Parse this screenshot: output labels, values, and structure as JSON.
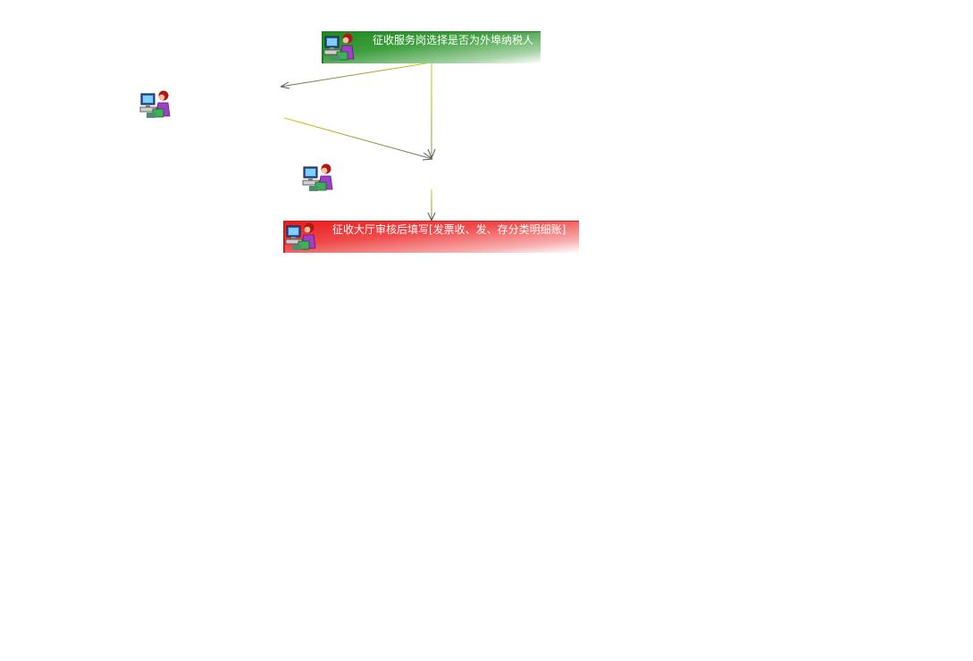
{
  "nodes": [
    {
      "id": "green",
      "label": "征收服务岗选择是否为外埠纳税人",
      "icon": "clerk-at-computer-icon",
      "color": "#1f8a1f"
    },
    {
      "id": "red",
      "label": "征收大厅审核后填写[发票收、发、存分类明细账]",
      "icon": "clerk-at-computer-icon",
      "color": "#ea1c1c"
    }
  ],
  "standalone_icons": [
    {
      "id": "left-clerk",
      "icon": "clerk-at-computer-icon"
    },
    {
      "id": "middle-clerk",
      "icon": "clerk-at-computer-icon"
    }
  ],
  "colors": {
    "connector_gold": "#c9b600",
    "connector_gray": "#6b6b6b",
    "arrowhead": "#555555"
  }
}
